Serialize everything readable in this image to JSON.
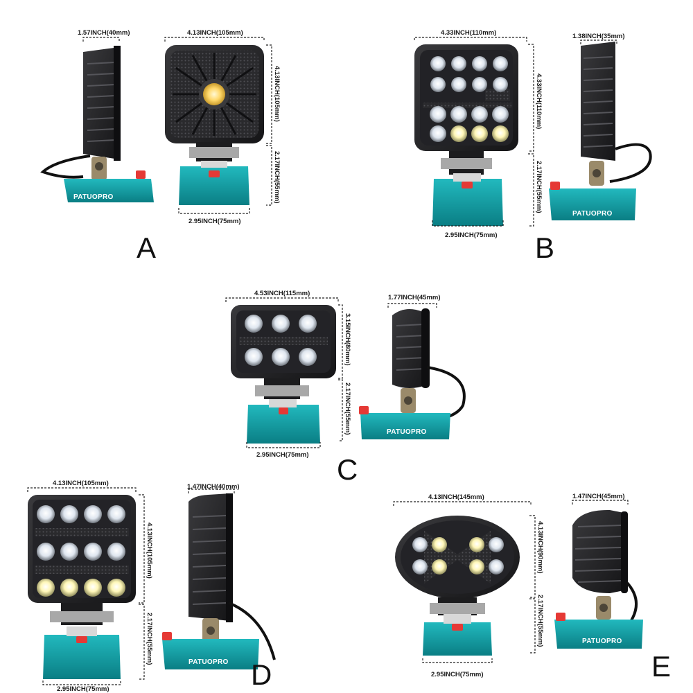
{
  "brand": "PATUOPRO",
  "colors": {
    "housing": "#1c1c1e",
    "housing_light": "#3a3a3c",
    "battery_base": "#13a3a8",
    "battery_dark": "#0d7d82",
    "button_red": "#e53935",
    "led_warm": "#fff6b0",
    "led_cool": "#eef4ff"
  },
  "variants": [
    {
      "id": "A",
      "letter": "A",
      "dims": {
        "side_width": "1.57INCH(40mm)",
        "front_width": "4.13INCH(105mm)",
        "head_height": "4.13INCH(105mm)",
        "base_height": "2.17INCH(55mm)",
        "base_width": "2.95INCH(75mm)"
      }
    },
    {
      "id": "B",
      "letter": "B",
      "dims": {
        "front_width": "4.33INCH(110mm)",
        "side_width": "1.38INCH(35mm)",
        "head_height": "4.33INCH(110mm)",
        "base_height": "2.17INCH(55mm)",
        "base_width": "2.95INCH(75mm)"
      }
    },
    {
      "id": "C",
      "letter": "C",
      "dims": {
        "front_width": "4.53INCH(115mm)",
        "side_width": "1.77INCH(45mm)",
        "head_height": "3.15INCH(80mm)",
        "base_height": "2.17INCH(55mm)",
        "base_width": "2.95INCH(75mm)"
      }
    },
    {
      "id": "D",
      "letter": "D",
      "dims": {
        "front_width": "4.13INCH(105mm)",
        "side_width": "1.47INCH(40mm)",
        "head_height": "4.13INCH(105mm)",
        "base_height": "2.17INCH(55mm)",
        "base_width": "2.95INCH(75mm)"
      }
    },
    {
      "id": "E",
      "letter": "E",
      "dims": {
        "front_width": "4.13INCH(145mm)",
        "side_width": "1.47INCH(45mm)",
        "head_height": "4.13INCH(90mm)",
        "base_height": "2.17INCH(55mm)",
        "base_width": "2.95INCH(75mm)"
      }
    }
  ]
}
